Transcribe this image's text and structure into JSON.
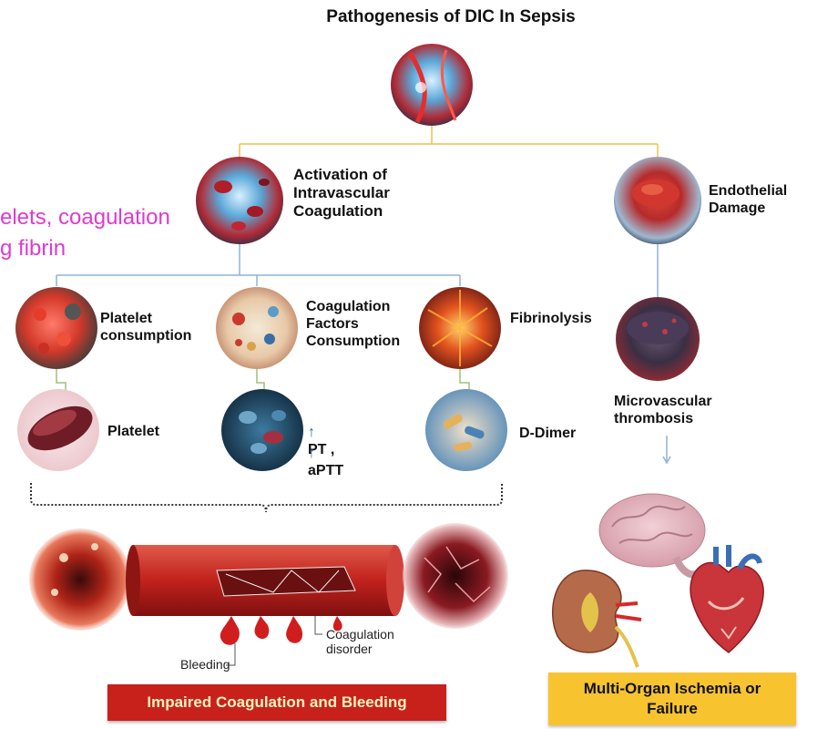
{
  "title": "Pathogenesis of DIC In Sepsis",
  "overlay_text": "elets, coagulation\ng fibrin",
  "nodes": {
    "activation": "Activation of\nIntravascular\nCoagulation",
    "endothelial": "Endothelial\nDamage",
    "platelet_consumption": "Platelet\nconsumption",
    "coag_factors": "Coagulation\nFactors\nConsumption",
    "fibrinolysis": "Fibrinolysis",
    "platelet": "Platelet",
    "pt": "PT ,",
    "aptt": "aPTT",
    "ddimer": "D-Dimer",
    "microvascular": "Microvascular\nthrombosis"
  },
  "vessel_labels": {
    "bleeding": "Bleeding",
    "coag_disorder": "Coagulation\ndisorder"
  },
  "banners": {
    "impaired": "Impaired Coagulation and Bleeding",
    "multi_organ": "Multi-Organ Ischemia or\nFailure"
  },
  "colors": {
    "connector_yellow": "#e8c34a",
    "connector_blue": "#8fb3d6",
    "connector_green": "#9fc07a",
    "banner_red": "#c8211c",
    "banner_yellow": "#f7c430",
    "overlay_magenta": "#e03ad0",
    "arrow_blue": "#2b5fa6"
  }
}
